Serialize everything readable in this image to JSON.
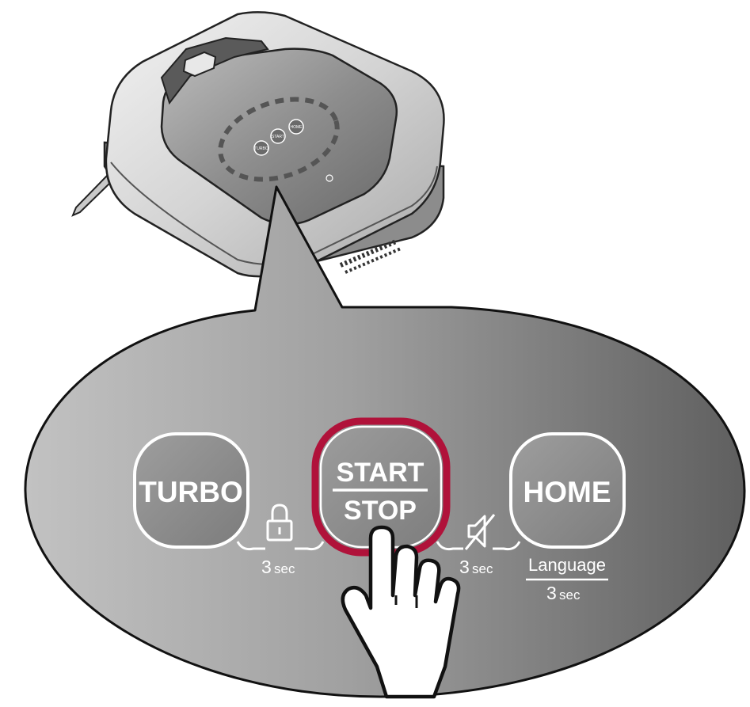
{
  "panel": {
    "buttons": {
      "turbo": "TURBO",
      "start": "START",
      "stop": "STOP",
      "home": "HOME"
    },
    "lock_combo": {
      "digit": "3",
      "unit": "sec"
    },
    "mute_combo": {
      "digit": "3",
      "unit": "sec"
    },
    "language_combo": {
      "label": "Language",
      "digit": "3",
      "unit": "sec"
    }
  },
  "robot_panel_labels": [
    "TURBO",
    "START",
    "HOME"
  ],
  "icons": {
    "lock": "lock-icon",
    "mute": "mute-icon",
    "hand": "pointing-hand-icon"
  },
  "colors": {
    "highlight": "#b0123a",
    "panel_dark": "#6e6e6e",
    "panel_light": "#bdbdbd",
    "button_fill": "#8a8a8a",
    "outline": "#ffffff"
  }
}
